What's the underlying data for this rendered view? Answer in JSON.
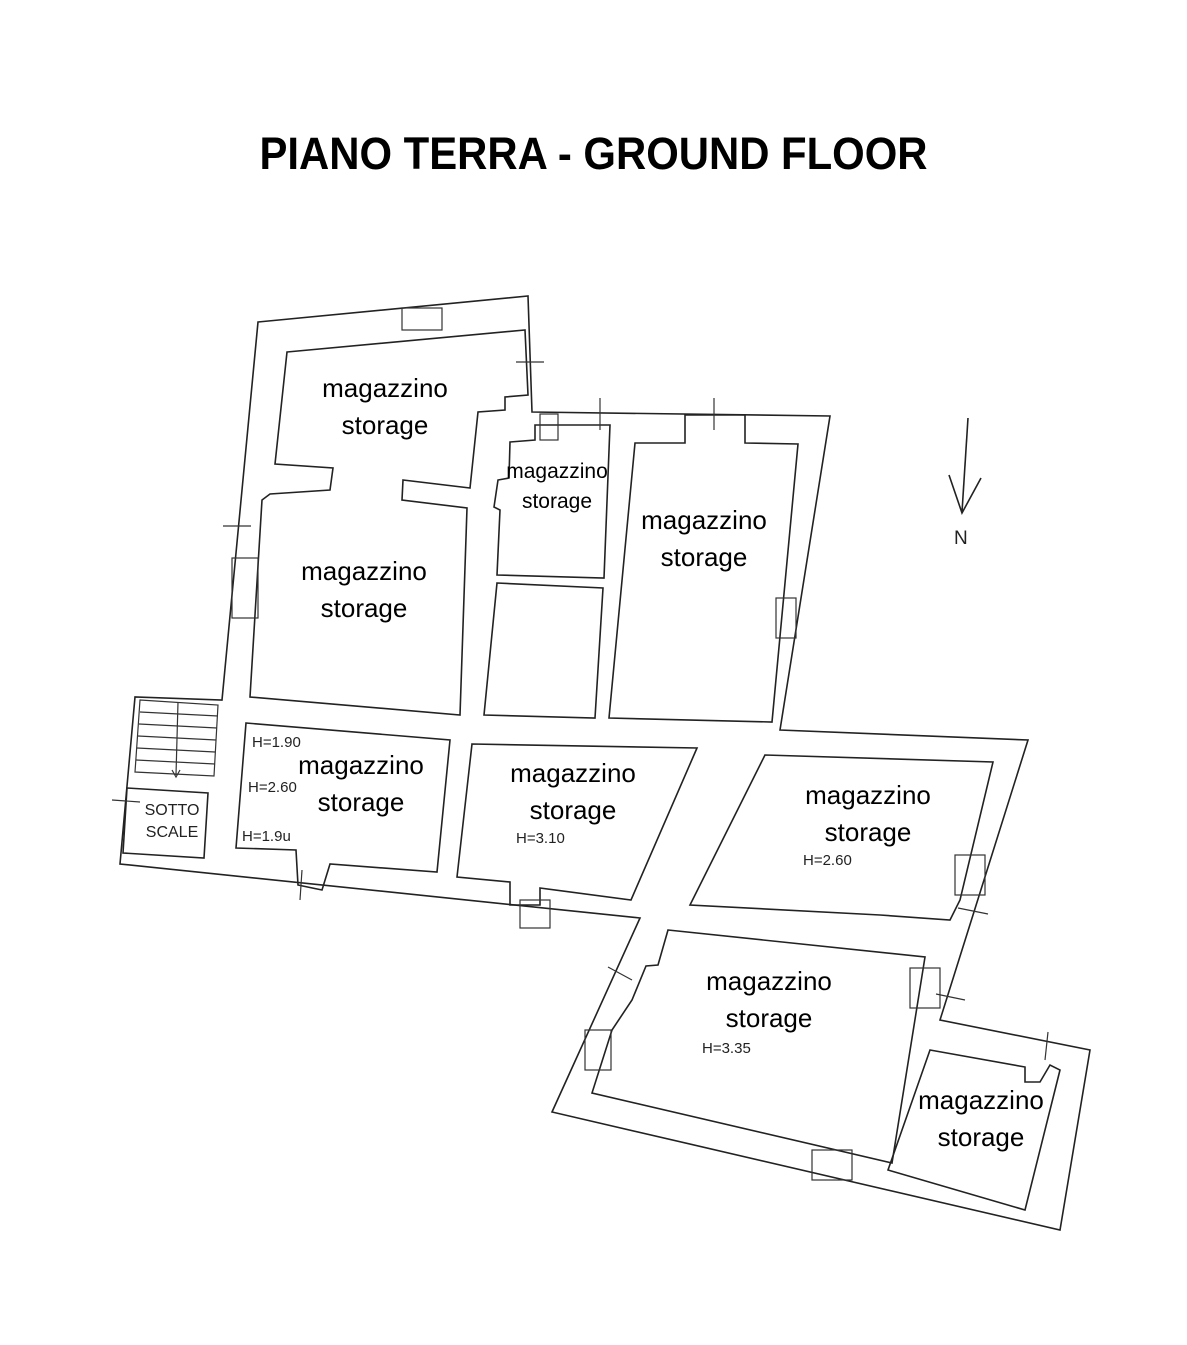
{
  "title": "PIANO TERRA - GROUND FLOOR",
  "compass": {
    "label": "N",
    "icon": "north-arrow-icon"
  },
  "stair_label": {
    "line1": "SOTTO",
    "line2": "SCALE"
  },
  "rooms": [
    {
      "name": "magazzino",
      "translation": "storage"
    },
    {
      "name": "magazzino",
      "translation": "storage"
    },
    {
      "name": "magazzino",
      "translation": "storage"
    },
    {
      "name": "magazzino",
      "translation": "storage"
    },
    {
      "name": "magazzino",
      "translation": "storage"
    },
    {
      "name": "magazzino",
      "translation": "storage"
    },
    {
      "name": "magazzino",
      "translation": "storage"
    },
    {
      "name": "magazzino",
      "translation": "storage"
    },
    {
      "name": "magazzino",
      "translation": "storage"
    }
  ],
  "heights": {
    "room_4": [
      "H=1.90",
      "H=2.60",
      "H=1.9u"
    ],
    "room_5": "H=3.10",
    "room_6": "H=2.60",
    "room_7": "H=3.35"
  },
  "colors": {
    "ink": "#000000",
    "paper": "#ffffff"
  }
}
